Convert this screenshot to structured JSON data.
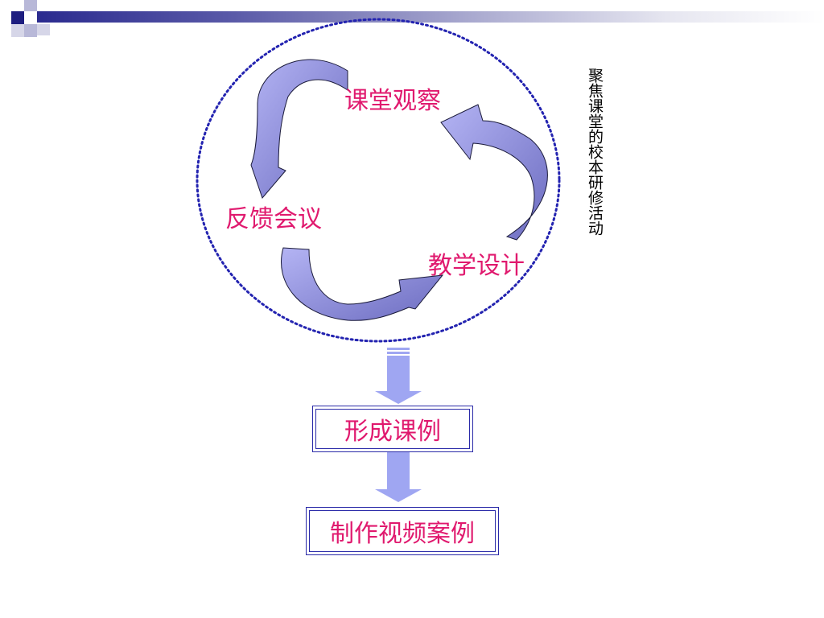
{
  "cycle": {
    "top": "课堂观察",
    "left": "反馈会议",
    "right": "教学设计"
  },
  "side_label": "聚焦课堂的校本研修活动",
  "steps": {
    "first": "形成课例",
    "second": "制作视频案例"
  },
  "colors": {
    "label": "#e0196e",
    "arrow_fill": "#9a9ae8",
    "arrow_dark": "#6f6fc4",
    "dotted_ring": "#2323b0",
    "down_arrow": "#9fa6f2",
    "header_dark": "#2b2b8f",
    "header_light": "#a9a9cf"
  }
}
